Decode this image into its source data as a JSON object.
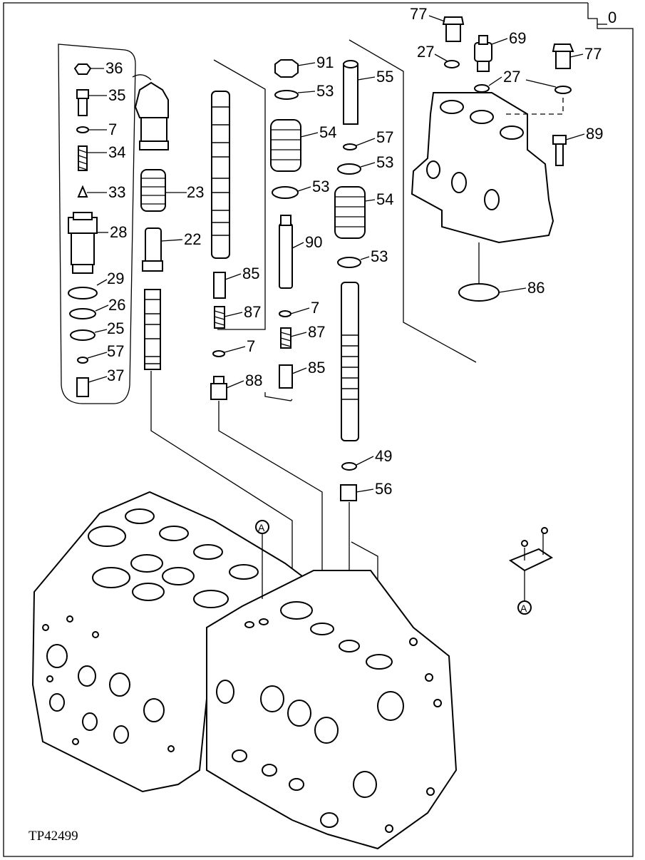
{
  "figure": {
    "code": "TP42499",
    "corner_label": "0",
    "reference_marker": "A"
  },
  "callouts": [
    "36",
    "35",
    "7",
    "34",
    "33",
    "28",
    "29",
    "26",
    "25",
    "57",
    "37",
    "23",
    "22",
    "85",
    "87",
    "7",
    "88",
    "91",
    "53",
    "54",
    "53",
    "90",
    "7",
    "87",
    "85",
    "55",
    "57",
    "53",
    "54",
    "53",
    "49",
    "56",
    "77",
    "27",
    "69",
    "27",
    "77",
    "89",
    "86"
  ]
}
